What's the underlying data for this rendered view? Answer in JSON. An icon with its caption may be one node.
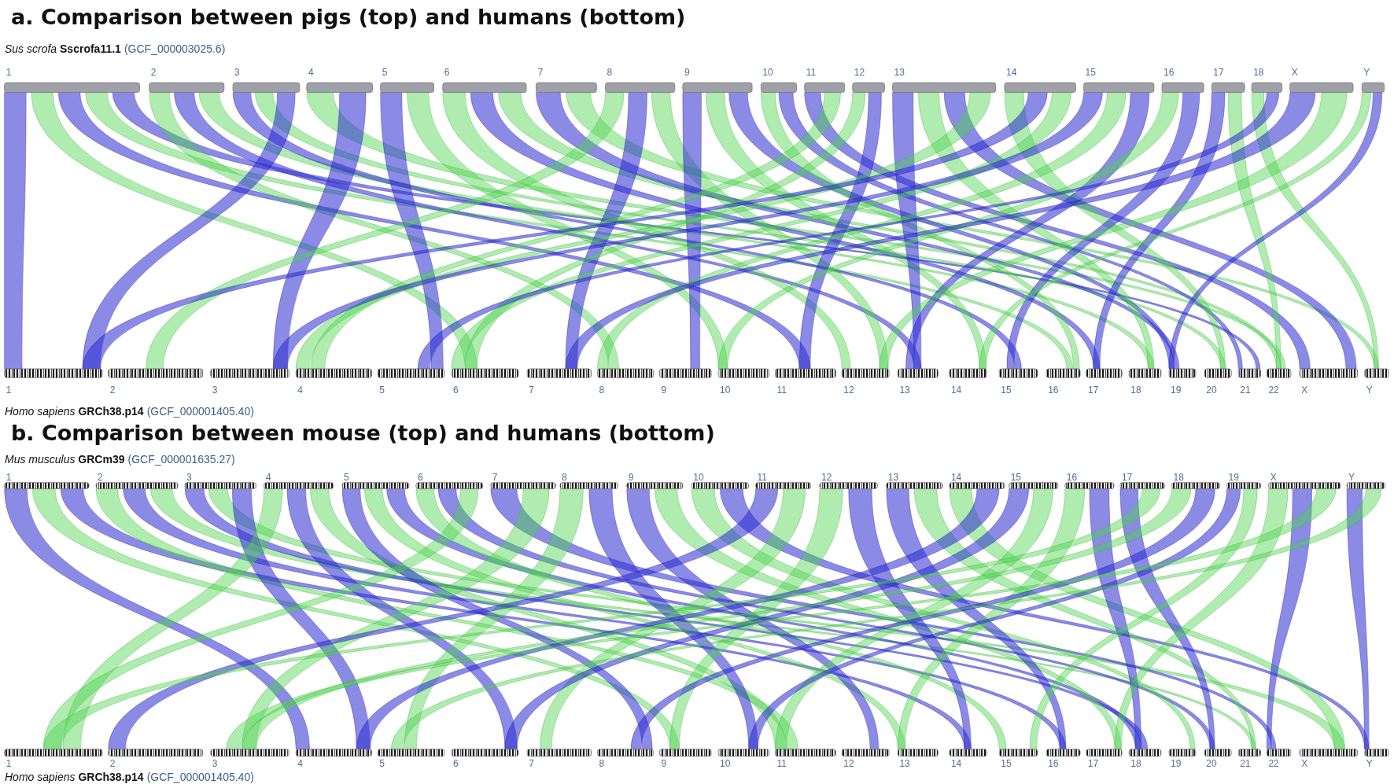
{
  "diagram": {
    "labels": [
      "a. Comparison between pigs (top) and humans (bottom)",
      "*Sus scrofa*  **Sscrofa11.1**",
      "(GCF_000003025.6)",
      "1",
      "2",
      "3",
      "4",
      "5",
      "6",
      "7",
      "8",
      "9",
      "10",
      "11",
      "12",
      "13",
      "14",
      "15",
      "16",
      "17",
      "18",
      "X",
      "Y",
      "1",
      "2",
      "3",
      "4",
      "5",
      "6",
      "7",
      "8",
      "9",
      "10",
      "11",
      "12",
      "13",
      "14",
      "15",
      "16",
      "17",
      "18",
      "19",
      "20",
      "21",
      "22",
      "X",
      "Y",
      "*Homo sapiens*  **GRCh38.p14**",
      "(GCF_000001405.40)",
      "b. Comparison between mouse (top) and humans (bottom)",
      "*Mus musculus*  **GRCm39**",
      "(GCF_000001635.27)",
      "1",
      "2",
      "3",
      "4",
      "5",
      "6",
      "7",
      "8",
      "9",
      "10",
      "11",
      "12",
      "13",
      "14",
      "15",
      "16",
      "17",
      "18",
      "19",
      "X",
      "Y",
      "1",
      "2",
      "3",
      "4",
      "5",
      "6",
      "7",
      "8",
      "9",
      "10",
      "11",
      "12",
      "13",
      "14",
      "15",
      "16",
      "17",
      "18",
      "19",
      "20",
      "21",
      "22",
      "X",
      "Y",
      "*Homo sapiens*  **GRCh38.p14**",
      "(GCF_000001405.40)"
    ]
  }
}
